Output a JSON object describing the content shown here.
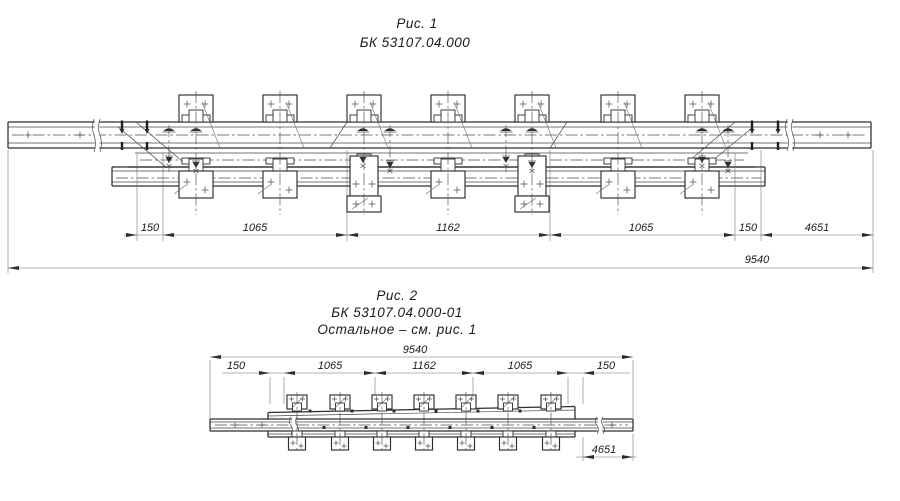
{
  "figure1": {
    "caption": {
      "title": "Рис. 1",
      "code": "БК 53107.04.000"
    },
    "dimensions": {
      "d150_left": "150",
      "d1065_left": "1065",
      "d1162": "1162",
      "d1065_right": "1065",
      "d150_right": "150",
      "d4651": "4651",
      "overall": "9540"
    }
  },
  "figure2": {
    "caption": {
      "title": "Рис. 2",
      "code": "БК 53107.04.000-01",
      "note": "Остальное – см. рис. 1"
    },
    "dimensions": {
      "overall": "9540",
      "d150_left": "150",
      "d1065_left": "1065",
      "d1162": "1162",
      "d1065_right": "1065",
      "d150_right": "150",
      "d4651": "4651"
    }
  },
  "style": {
    "line_color": "#2d2d2d",
    "background": "#ffffff"
  }
}
